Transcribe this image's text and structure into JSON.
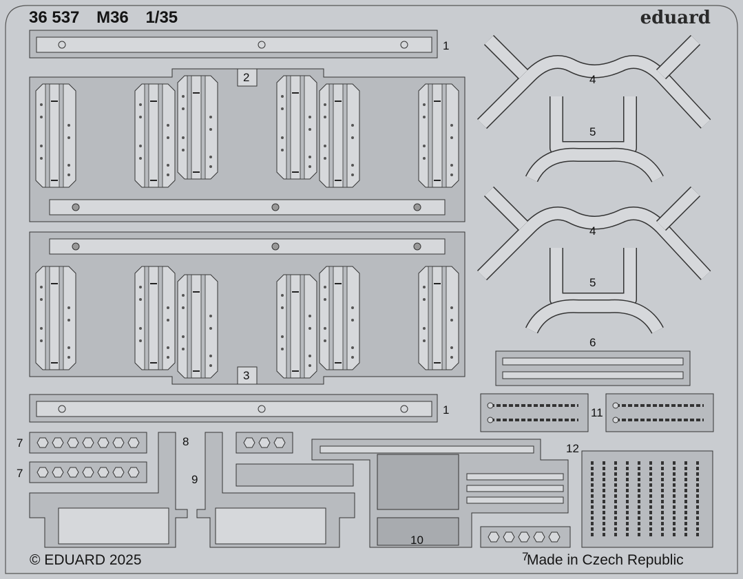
{
  "header": {
    "code": "36 537",
    "model": "M36",
    "scale": "1/35"
  },
  "brand": "eduard",
  "footer": {
    "copyright": "© EDUARD 2025",
    "origin": "Made in Czech Republic"
  },
  "part_numbers": {
    "p1_top": "1",
    "p1_bottom": "1",
    "p2": "2",
    "p3": "3",
    "p4_a": "4",
    "p4_b": "4",
    "p5_a": "5",
    "p5_b": "5",
    "p6": "6",
    "p7_a": "7",
    "p7_b": "7",
    "p7_c": "7",
    "p8": "8",
    "p9": "9",
    "p10": "10",
    "p11": "11",
    "p12": "12"
  },
  "colors": {
    "fret": "#c9ccd0",
    "part": "#b8bbbf",
    "lighter": "#d6d8db",
    "etched": "#a8abaf",
    "line": "#3a3a3a"
  }
}
